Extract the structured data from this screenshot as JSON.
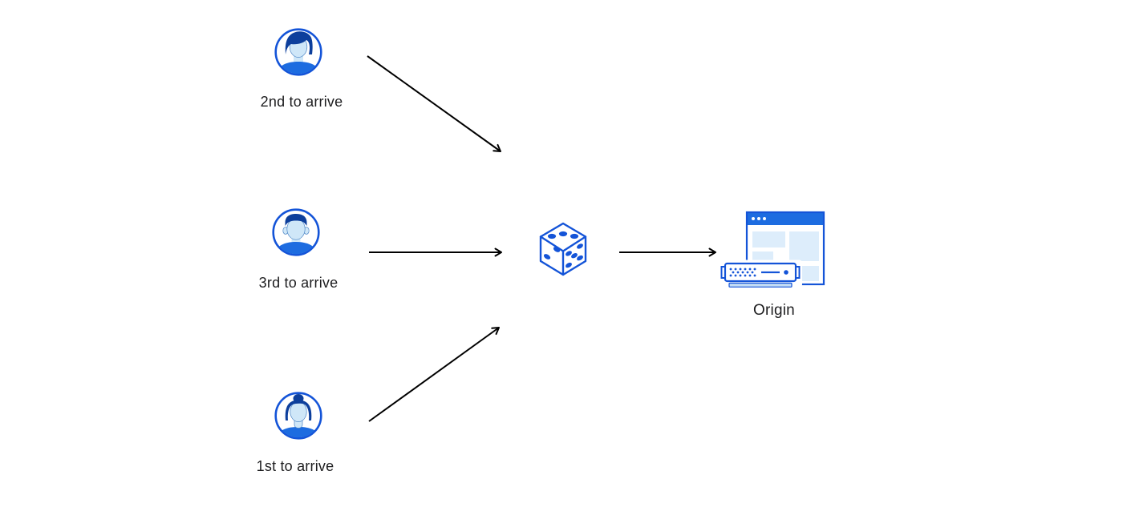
{
  "colors": {
    "background": "#ffffff",
    "primary_blue": "#1454d8",
    "mid_blue": "#1d6ce0",
    "skin_light_blue": "#cfe7f8",
    "panel_light_blue": "#ddedfb",
    "server_base_blue": "#c5ddf5",
    "hair_navy": "#0d3f9c",
    "arrow_black": "#000000",
    "text": "#1d1d1f"
  },
  "diagram": {
    "type": "flow",
    "nodes": [
      {
        "id": "visitor-2nd",
        "icon": "user-avatar-icon",
        "label": "2nd to arrive"
      },
      {
        "id": "visitor-3rd",
        "icon": "user-avatar-icon",
        "label": "3rd to arrive"
      },
      {
        "id": "visitor-1st",
        "icon": "user-avatar-icon",
        "label": "1st to arrive"
      },
      {
        "id": "randomizer",
        "icon": "dice-icon",
        "label": ""
      },
      {
        "id": "origin",
        "icon": "origin-server-icon",
        "label": "Origin"
      }
    ],
    "edges": [
      {
        "from": "visitor-2nd",
        "to": "randomizer"
      },
      {
        "from": "visitor-3rd",
        "to": "randomizer"
      },
      {
        "from": "visitor-1st",
        "to": "randomizer"
      },
      {
        "from": "randomizer",
        "to": "origin"
      }
    ]
  }
}
